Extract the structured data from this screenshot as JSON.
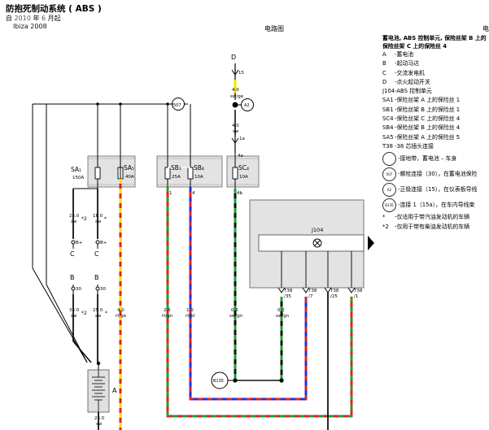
{
  "header": {
    "title": "防抱死制动系统 ( ABS )",
    "line2_prefix": "自 ",
    "year": "2010",
    "line2_mid": " 年 ",
    "month": "6",
    "line2_suffix": " 月起",
    "model": "Ibiza 2008",
    "center_label": "电路图",
    "right_fragment": "电"
  },
  "legend": {
    "title_line1": "蓄电池, ABS 控制单元, 保险丝架 B 上的",
    "title_line2": "保险丝架 C 上的保险丝 4",
    "items": [
      {
        "key": "A",
        "text": "-蓄电池"
      },
      {
        "key": "B",
        "text": "-起动马达"
      },
      {
        "key": "C",
        "text": "-交流发电机"
      },
      {
        "key": "D",
        "text": "-点火起动开关"
      },
      {
        "key": "J104",
        "text": "-ABS 控制单元"
      },
      {
        "key": "SA1",
        "text": "-保险丝架 A 上的保险丝 1"
      },
      {
        "key": "SB1",
        "text": "-保险丝架 B 上的保险丝 1"
      },
      {
        "key": "SC4",
        "text": "-保险丝架 C 上的保险丝 4"
      },
      {
        "key": "SB4",
        "text": "-保险丝架 B 上的保险丝 4"
      },
      {
        "key": "SA5",
        "text": "-保险丝架 A 上的保险丝 5"
      },
      {
        "key": "T38",
        "text": "-38 芯插头连接"
      }
    ],
    "circles": [
      {
        "tag": "",
        "text": "-接地带，蓄电池 – 车身"
      },
      {
        "tag": "507",
        "text": "-螺栓连接（30），在蓄电池保险"
      },
      {
        "tag": "A2",
        "text": "-正极连接（15），在仪表板导线"
      },
      {
        "tag": "B135",
        "text": "-连接 1（15a），在车内导线束"
      }
    ],
    "notes": [
      {
        "key": "*",
        "text": "-仅适用于带汽油发动机的车辆"
      },
      {
        "key": "*2",
        "text": "-仅用于带有柴油发动机的车辆"
      }
    ]
  },
  "diagram": {
    "labels": {
      "D": "D",
      "t15": "15",
      "w_top_a": "4.0",
      "w_top_b": "sw/ge",
      "A2": "A2",
      "w_mid_a": "4.0",
      "w_mid_b": "sw",
      "t1a": "1a",
      "t4a": "4a",
      "t4b": "4b",
      "c507": "507",
      "SA1": "SA₁",
      "SA1_amp": "150A",
      "SA5": "SA₅",
      "SA5_amp": "40A",
      "SB1": "SB₁",
      "SB1_amp": "25A",
      "SB4": "SB₄",
      "SB4_amp": "10A",
      "SC4": "SC₄",
      "SC4_amp": "10A",
      "pin1": "1",
      "pin4": "4",
      "J104": "J104",
      "w_sa1a_a": "25.0",
      "w_sa1a_b": "sw",
      "w_sa1b_a": "16.0",
      "w_sa1b_b": "sw",
      "star2_a": "*2",
      "star_a": "*",
      "b_plus_a": "B+",
      "b_plus_b": "B+",
      "C_a": "C",
      "C_b": "C",
      "B_a": "B",
      "B_b": "B",
      "t30_a": "30",
      "t30_b": "30",
      "w_b1_a": "35.0",
      "w_b1_b": "sw",
      "star2_b": "*2",
      "w_b2_a": "25.0",
      "w_b2_b": "sw",
      "star_b": "*",
      "w_sa5_a": "4.0",
      "w_sa5_b": "rt/ge",
      "w_sb1_a": "2.5",
      "w_sb1_b": "rt/gn",
      "w_sb4_a": "1.0",
      "w_sb4_b": "rt/bl",
      "w_sc4_a": "0.5",
      "w_sc4_b": "sw/gn",
      "w_t15_a": "0.5",
      "w_t15_b": "sw/gn",
      "T38_1": "T38",
      "p35": "/35",
      "T38_2": "T38",
      "p7": "/7",
      "T38_3": "T38",
      "p25": "/25",
      "T38_4": "T38",
      "p1": "/1",
      "B135": "B135",
      "bat_A": "A",
      "w_bat_a": "25.0",
      "w_bat_b": "sw"
    }
  }
}
